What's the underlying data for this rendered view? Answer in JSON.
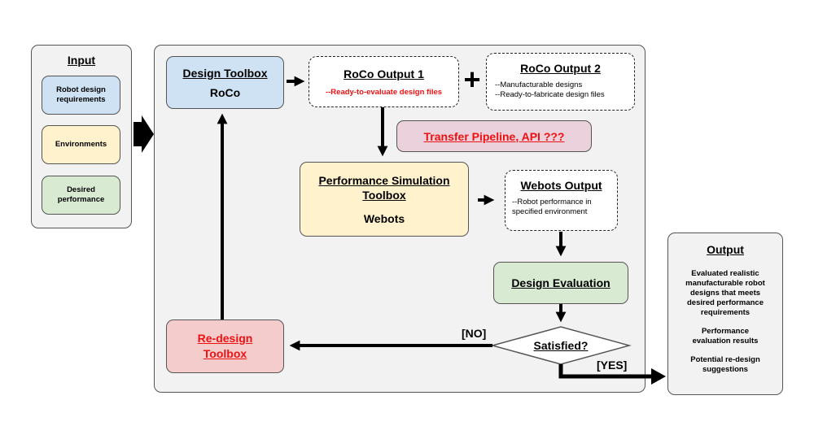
{
  "input": {
    "title": "Input",
    "items": [
      "Robot design requirements",
      "Environments",
      "Desired performance"
    ]
  },
  "design_toolbox": {
    "title": "Design Toolbox",
    "subtitle": "RoCo"
  },
  "roco_output_1": {
    "title": "RoCo Output 1",
    "text": "--Ready-to-evaluate design files"
  },
  "plus": "+",
  "roco_output_2": {
    "title": "RoCo Output 2",
    "lines": [
      "--Manufacturable designs",
      "--Ready-to-fabricate design files"
    ]
  },
  "transfer": {
    "label": "Transfer Pipeline, API ???"
  },
  "perf_sim": {
    "title": "Performance Simulation Toolbox",
    "subtitle": "Webots"
  },
  "webots_output": {
    "title": "Webots Output",
    "text": "--Robot performance in specified environment"
  },
  "design_eval": {
    "title": "Design Evaluation"
  },
  "satisfied": {
    "label": "Satisfied?",
    "no": "[NO]",
    "yes": "[YES]"
  },
  "redesign": {
    "title": "Re-design Toolbox"
  },
  "output": {
    "title": "Output",
    "items": [
      "Evaluated realistic manufacturable robot designs that meets desired performance requirements",
      "Performance evaluation results",
      "Potential re-design suggestions"
    ]
  },
  "colors": {
    "panel": "#f2f2f2",
    "blue": "#cfe2f3",
    "yellow": "#fff2cc",
    "green": "#d9ead3",
    "pink": "#ead1dc",
    "red_box": "#f4cccc",
    "red_text": "#ee1111"
  }
}
